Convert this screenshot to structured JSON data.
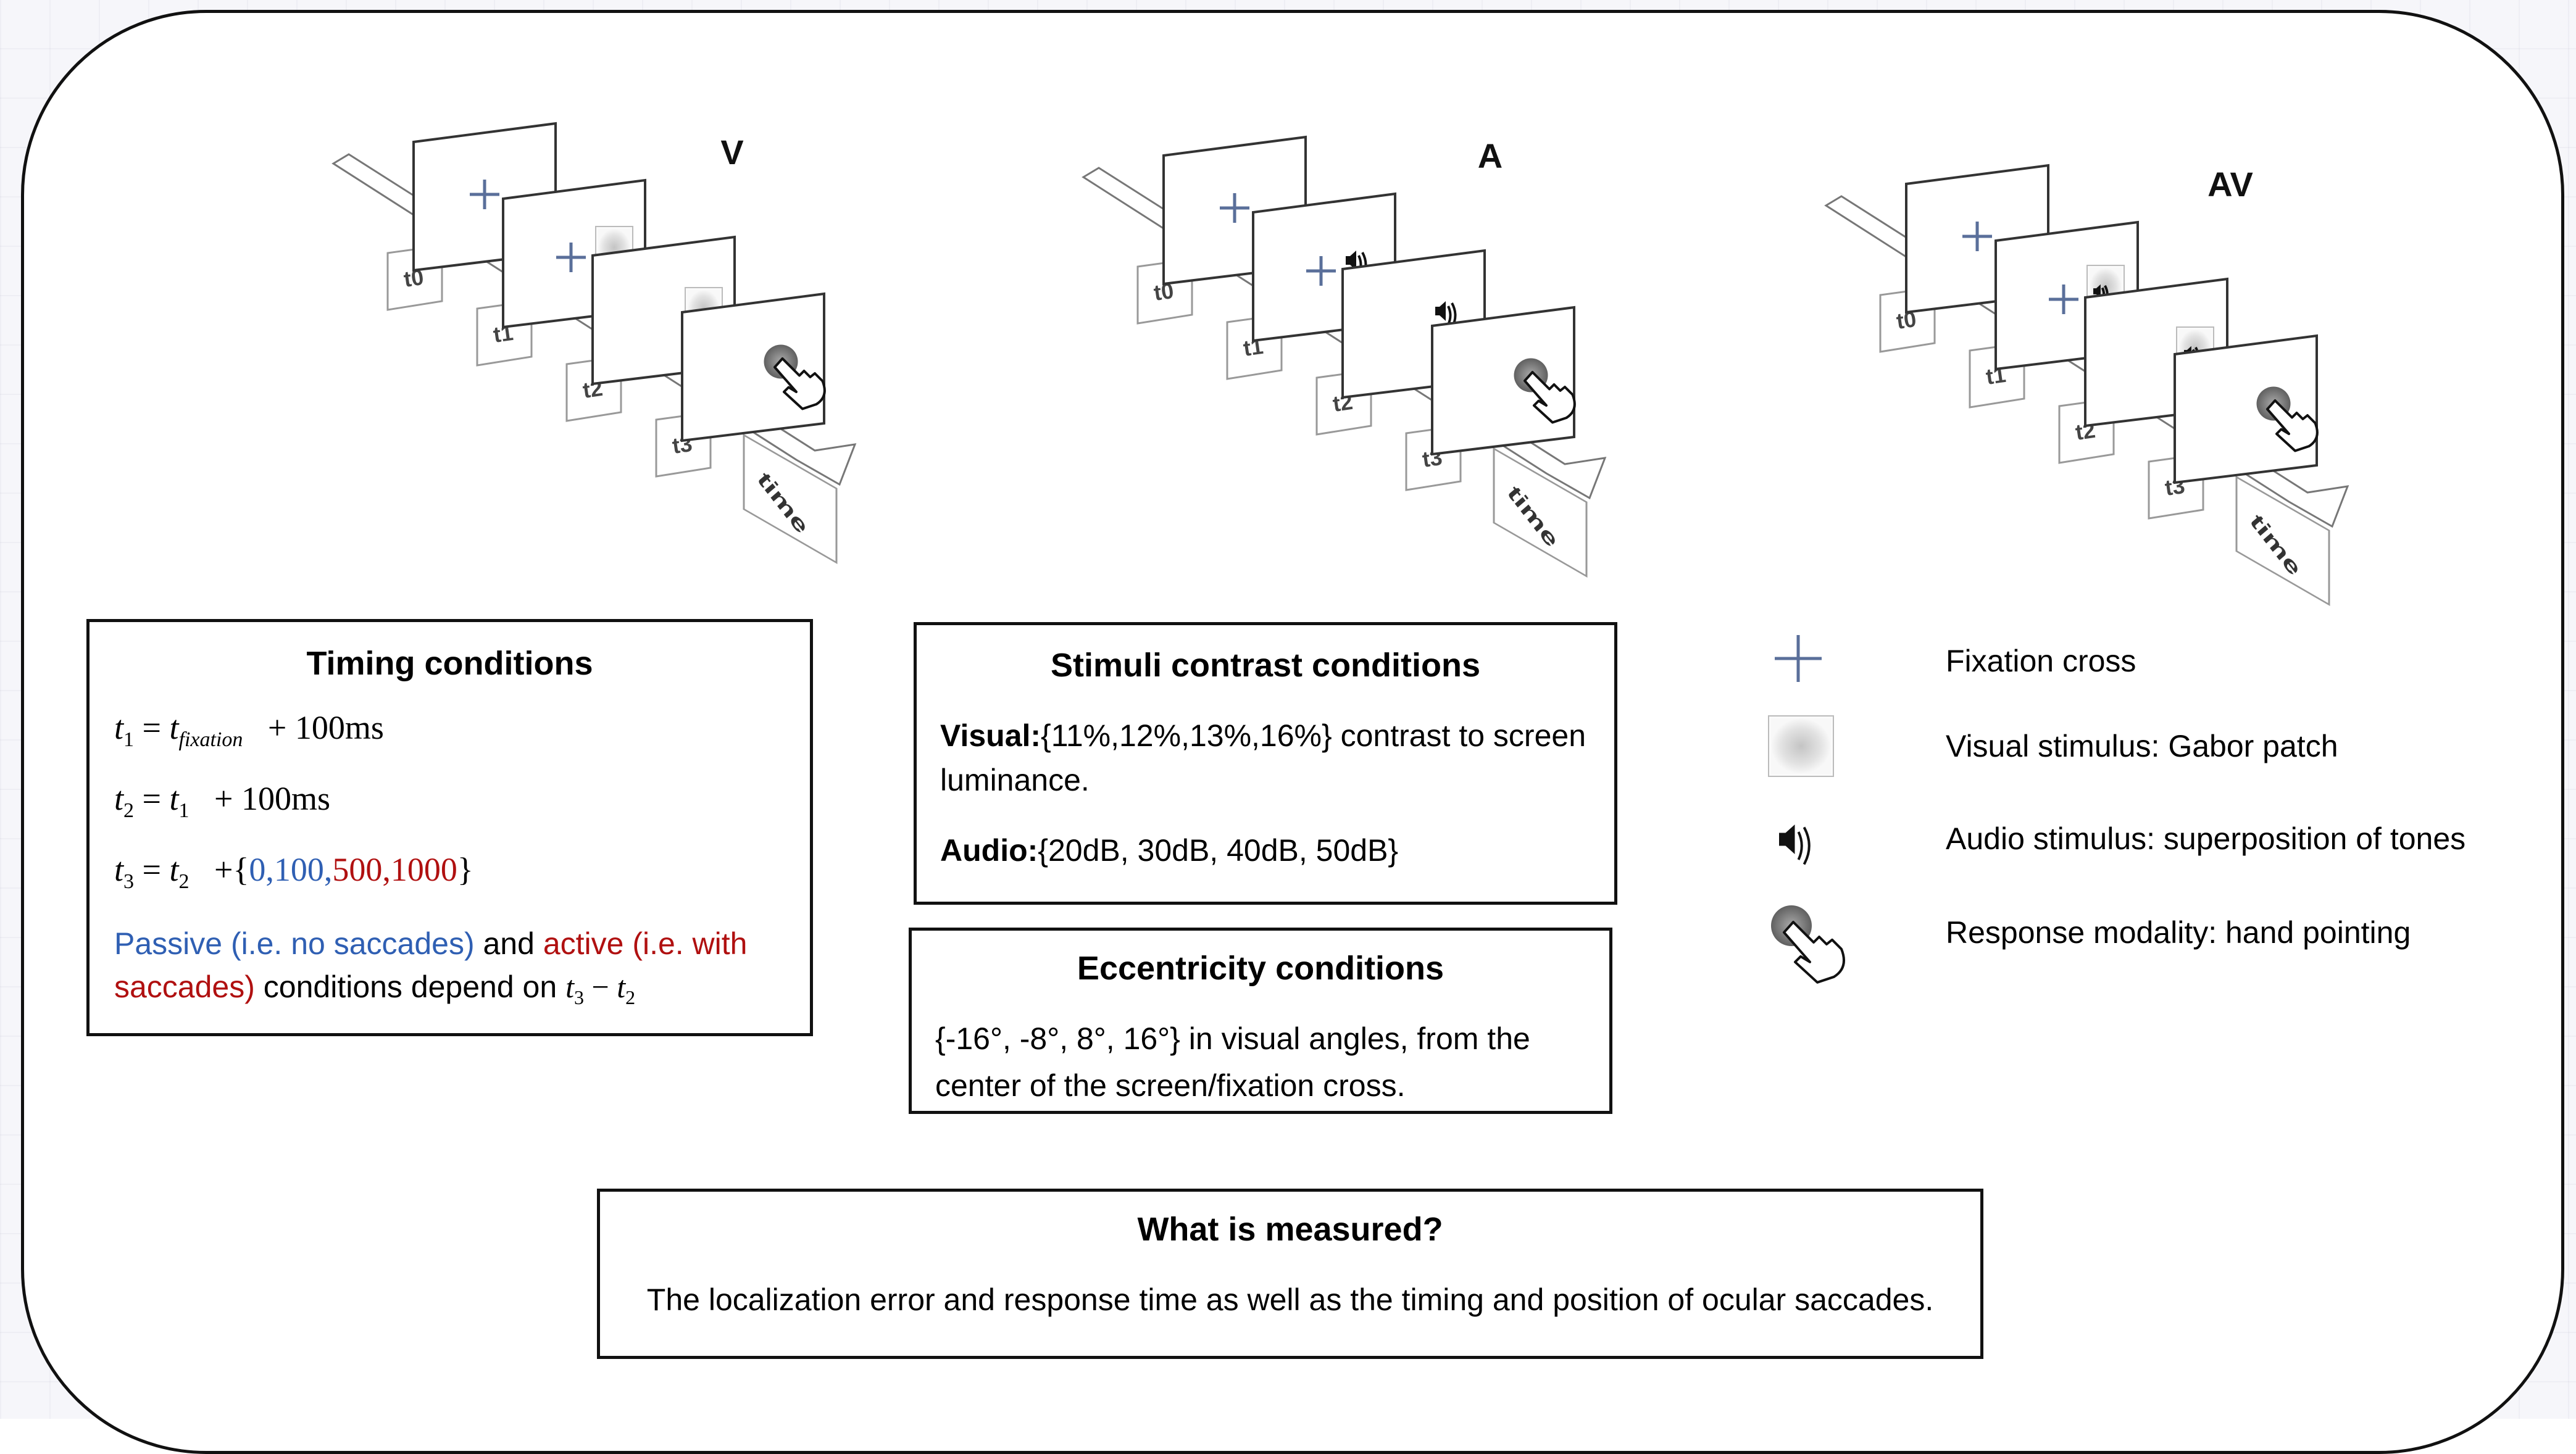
{
  "panels": [
    {
      "id": "V",
      "label": "V",
      "times": [
        "t0",
        "t1",
        "t2",
        "t3"
      ],
      "axis_label": "time"
    },
    {
      "id": "A",
      "label": "A",
      "times": [
        "t0",
        "t1",
        "t2",
        "t3"
      ],
      "axis_label": "time"
    },
    {
      "id": "AV",
      "label": "AV",
      "times": [
        "t0",
        "t1",
        "t2",
        "t3"
      ],
      "axis_label": "time"
    }
  ],
  "timing": {
    "title": "Timing conditions",
    "eq1": {
      "lhs": "t",
      "lhs_sub": "1",
      "rhs": "t",
      "rhs_sub": "fixation",
      "tail": "+ 100ms"
    },
    "eq2": {
      "lhs": "t",
      "lhs_sub": "2",
      "rhs": "t",
      "rhs_sub": "1",
      "tail": "+ 100ms"
    },
    "eq3": {
      "lhs": "t",
      "lhs_sub": "3",
      "rhs": "t",
      "rhs_sub": "2",
      "plus": "+{",
      "blue_vals": "0,100,",
      "red_vals": "500,1000",
      "close": "}"
    },
    "note_passive": "Passive (i.e. no saccades)",
    "note_and": " and ",
    "note_active_1": "active (i.e.  with",
    "note_active_2": "saccades)",
    "note_tail": " conditions depend on ",
    "note_math_a": "t",
    "note_math_a_sub": "3",
    "note_math_minus": " − ",
    "note_math_b": "t",
    "note_math_b_sub": "2"
  },
  "contrast": {
    "title": "Stimuli contrast conditions",
    "visual_label": "Visual:",
    "visual_text": "{11%,12%,13%,16%} contrast to screen",
    "visual_text_2": "luminance.",
    "audio_label": "Audio:",
    "audio_text": "{20dB, 30dB, 40dB, 50dB}"
  },
  "eccentricity": {
    "title": "Eccentricity conditions",
    "line1": "{-16°, -8°, 8°, 16°} in visual angles, from the",
    "line2": "center of the screen/fixation cross."
  },
  "legend": [
    {
      "icon": "fixation-cross-icon",
      "label": "Fixation cross"
    },
    {
      "icon": "gabor-patch-icon",
      "label": "Visual stimulus: Gabor patch"
    },
    {
      "icon": "speaker-icon",
      "label": "Audio stimulus: superposition of tones"
    },
    {
      "icon": "hand-pointing-icon",
      "label": "Response modality: hand pointing"
    }
  ],
  "measured": {
    "title": "What is measured?",
    "text": "The localization error and response time as well as the timing and position of ocular saccades."
  },
  "colors": {
    "blue": "#2f5fb3",
    "red": "#b01010",
    "cross": "#5a6f9a"
  }
}
